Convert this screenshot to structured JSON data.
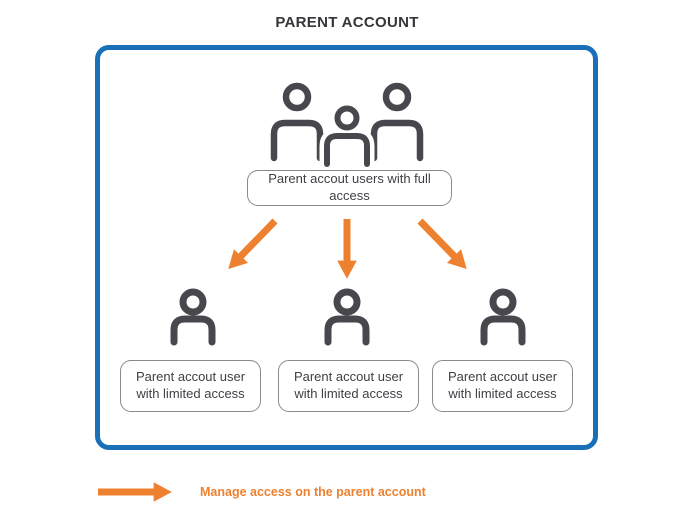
{
  "title": "PARENT ACCOUNT",
  "diagram": {
    "full_access": {
      "label": "Parent accout users with full access"
    },
    "limited_users": [
      {
        "label": "Parent accout user with limited access"
      },
      {
        "label": "Parent accout user with limited access"
      },
      {
        "label": "Parent accout user with limited access"
      }
    ]
  },
  "legend": {
    "label": "Manage access on the parent account"
  },
  "icons": {
    "top": "group-users-icon",
    "bottom": "single-user-icon",
    "flow": "down-arrow-icon",
    "legend": "right-arrow-icon"
  },
  "colors": {
    "box_border": "#1a70b8",
    "arrow_orange": "#ED812F",
    "icon_gray": "#47474D",
    "label_border": "#8a8a8f",
    "text_dark": "#3f3f45"
  }
}
